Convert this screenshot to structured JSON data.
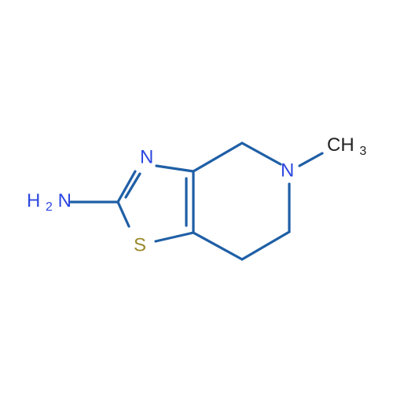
{
  "molecule": {
    "atoms": {
      "N3": {
        "label": "N"
      },
      "N5": {
        "label": "N"
      },
      "S1": {
        "label": "S"
      },
      "methyl": {
        "label": "CH",
        "subscript": "3"
      },
      "amine": {
        "label": "H",
        "subscript": "2",
        "suffix": "N"
      }
    }
  },
  "colors": {
    "bond": "#1f5fa6",
    "nitrogen": "#2d47e0",
    "sulfur": "#9b8a2c",
    "carbon_label": "#222222"
  }
}
